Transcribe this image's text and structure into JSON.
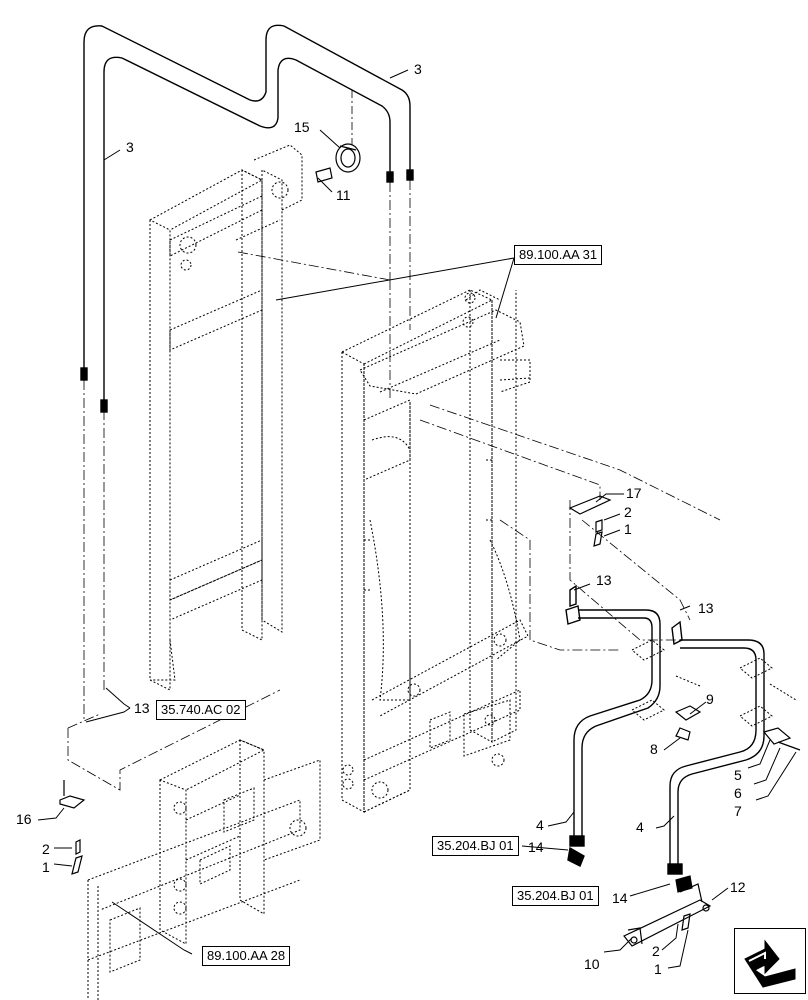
{
  "diagram": {
    "callouts": [
      {
        "id": "c3a",
        "text": "3"
      },
      {
        "id": "c3b",
        "text": "3"
      },
      {
        "id": "c15",
        "text": "15"
      },
      {
        "id": "c11",
        "text": "11"
      },
      {
        "id": "c17",
        "text": "17"
      },
      {
        "id": "c2a",
        "text": "2"
      },
      {
        "id": "c1a",
        "text": "1"
      },
      {
        "id": "c13a",
        "text": "13"
      },
      {
        "id": "c13b",
        "text": "13"
      },
      {
        "id": "c13c",
        "text": "13"
      },
      {
        "id": "c9",
        "text": "9"
      },
      {
        "id": "c8",
        "text": "8"
      },
      {
        "id": "c5",
        "text": "5"
      },
      {
        "id": "c6",
        "text": "6"
      },
      {
        "id": "c7",
        "text": "7"
      },
      {
        "id": "c16",
        "text": "16"
      },
      {
        "id": "c2b",
        "text": "2"
      },
      {
        "id": "c1b",
        "text": "1"
      },
      {
        "id": "c4a",
        "text": "4"
      },
      {
        "id": "c4b",
        "text": "4"
      },
      {
        "id": "c14a",
        "text": "14"
      },
      {
        "id": "c14b",
        "text": "14"
      },
      {
        "id": "c12",
        "text": "12"
      },
      {
        "id": "c10",
        "text": "10"
      },
      {
        "id": "c2c",
        "text": "2"
      },
      {
        "id": "c1c",
        "text": "1"
      }
    ],
    "references": [
      {
        "id": "r1",
        "text": "89.100.AA 31"
      },
      {
        "id": "r2",
        "text": "35.740.AC 02"
      },
      {
        "id": "r3",
        "text": "35.204.BJ 01"
      },
      {
        "id": "r4",
        "text": "35.204.BJ 01"
      },
      {
        "id": "r5",
        "text": "89.100.AA 28"
      }
    ],
    "nav_icon": "next-page-arrow-icon"
  }
}
